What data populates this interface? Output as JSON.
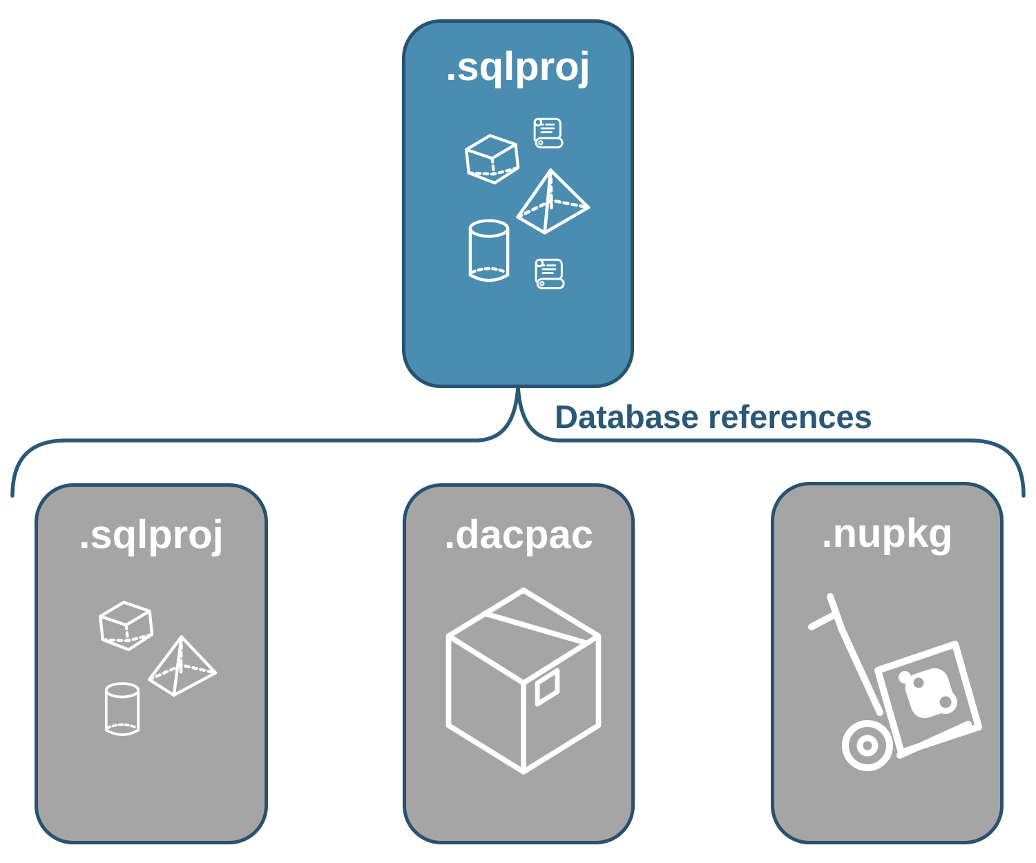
{
  "diagram": {
    "root": {
      "label": ".sqlproj",
      "icons": [
        "scroll-icon",
        "cube-icon",
        "pyramid-icon",
        "cylinder-icon",
        "scroll-icon"
      ]
    },
    "connector": {
      "label": "Database references"
    },
    "children": [
      {
        "label": ".sqlproj",
        "icons": [
          "cube-icon",
          "pyramid-icon",
          "cylinder-icon"
        ]
      },
      {
        "label": ".dacpac",
        "icons": [
          "package-box-icon"
        ]
      },
      {
        "label": ".nupkg",
        "icons": [
          "hand-truck-package-icon"
        ]
      }
    ],
    "colors": {
      "root_fill": "#4A8DB0",
      "child_fill": "#A5A5A5",
      "border": "#275270",
      "connector_line": "#2B5877",
      "connector_text": "#2B5877",
      "icon_stroke": "#FFFFFF",
      "background": "#FFFFFF"
    }
  }
}
